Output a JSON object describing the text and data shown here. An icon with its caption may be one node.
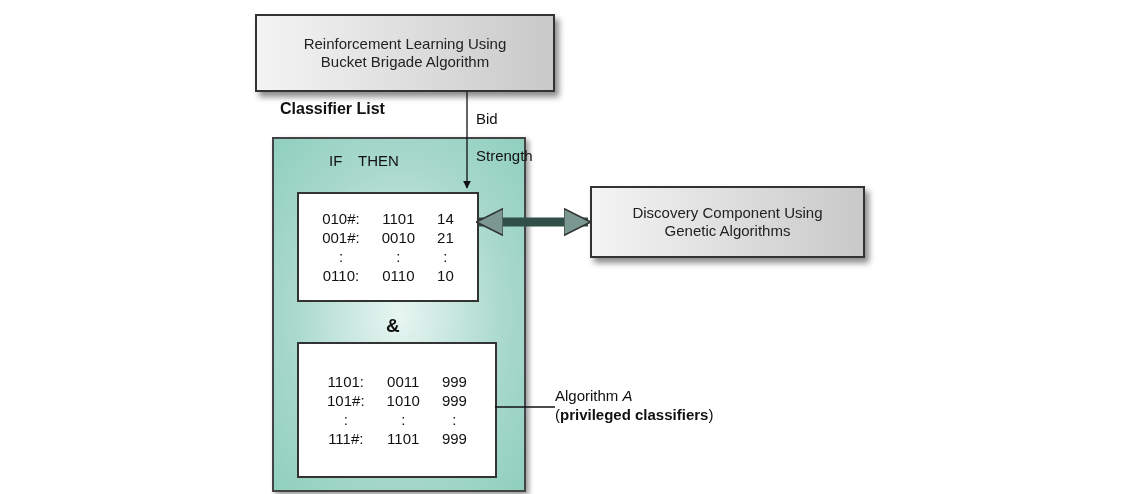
{
  "diagram": {
    "nodes": [
      {
        "text": [
          "Reinforcement Learning Using Bucket Brigade Algorithm"
        ]
      },
      {
        "text": [
          "Classifier List"
        ]
      },
      {
        "text": [
          "010#:",
          "1101",
          "14",
          "001#:",
          "0010",
          "21",
          ":",
          ":",
          ":",
          "0110:",
          "0110",
          "10"
        ],
        "in": 1
      },
      {
        "text": [
          "1101:",
          "0011",
          "999",
          "101#:",
          "1010",
          "999",
          ":",
          ":",
          ":",
          "111#:",
          "1101",
          "999"
        ],
        "in": 1
      },
      {
        "text": [
          "Discovery Component Using Genetic Algorithms"
        ]
      },
      {
        "text": [
          "Algorithm *A*",
          "(**privileged classifiers**)"
        ]
      }
    ],
    "edges": [
      {
        "from": 0,
        "to": 2,
        "arrow": "to"
      },
      {
        "from": 2,
        "to": 4,
        "arrow": "both",
        "style": "thick",
        "color": "#2f4f48"
      },
      {
        "from": 5,
        "to": 3,
        "arrow": "none"
      }
    ],
    "labels": [
      "Bid",
      "IF",
      "THEN",
      "Strength",
      "&"
    ]
  }
}
